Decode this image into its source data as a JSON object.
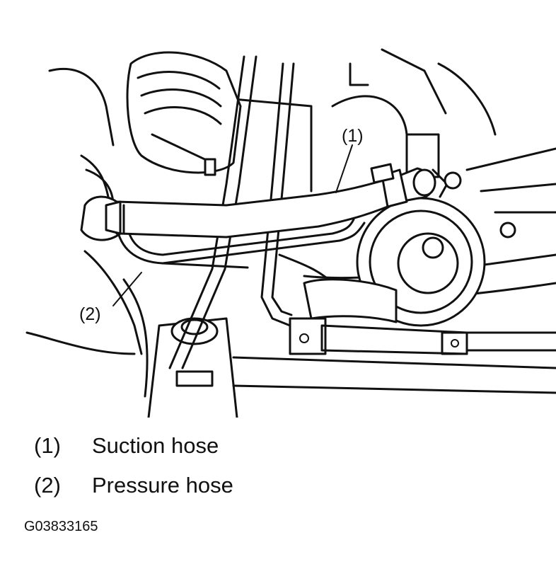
{
  "diagram": {
    "callouts": [
      {
        "id": "callout-1",
        "label": "(1)"
      },
      {
        "id": "callout-2",
        "label": "(2)"
      }
    ]
  },
  "legend": [
    {
      "number": "(1)",
      "text": "Suction hose"
    },
    {
      "number": "(2)",
      "text": "Pressure hose"
    }
  ],
  "figure_id": "G03833165"
}
